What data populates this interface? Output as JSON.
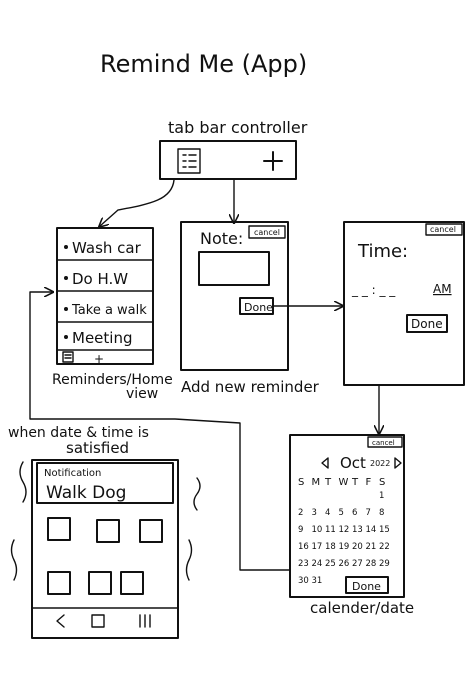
{
  "title": "Remind Me (App)",
  "tab_bar": {
    "label": "tab bar controller",
    "list_icon": "list-icon",
    "add_icon": "+"
  },
  "reminders_view": {
    "items": [
      "Wash car",
      "Do H.W",
      "Take a walk",
      "Meeting"
    ],
    "add_icon": "+",
    "caption_line1": "Reminders/Home",
    "caption_line2": "view"
  },
  "add_view": {
    "note_label": "Note:",
    "cancel": "cancel",
    "done": "Done",
    "caption": "Add new reminder"
  },
  "time_view": {
    "time_label": "Time:",
    "cancel": "cancel",
    "time_placeholder": "_ _ : _ _",
    "am": "AM",
    "done": "Done"
  },
  "calendar_view": {
    "cancel": "cancel",
    "month": "Oct",
    "year": "2022",
    "weekdays": [
      "S",
      "M",
      "T",
      "W",
      "T",
      "F",
      "S"
    ],
    "rows": [
      [
        "",
        "",
        "",
        "",
        "",
        "",
        "1"
      ],
      [
        "2",
        "3",
        "4",
        "5",
        "6",
        "7",
        "8"
      ],
      [
        "9",
        "10",
        "11",
        "12",
        "13",
        "14",
        "15"
      ],
      [
        "16",
        "17",
        "18",
        "19",
        "20",
        "21",
        "22"
      ],
      [
        "23",
        "24",
        "25",
        "26",
        "27",
        "28",
        "29"
      ],
      [
        "30",
        "31"
      ]
    ],
    "done": "Done",
    "caption": "calender/date"
  },
  "notification_view": {
    "caption_line1": "when date & time is",
    "caption_line2": "satisfied",
    "header": "Notification",
    "body": "Walk Dog"
  }
}
